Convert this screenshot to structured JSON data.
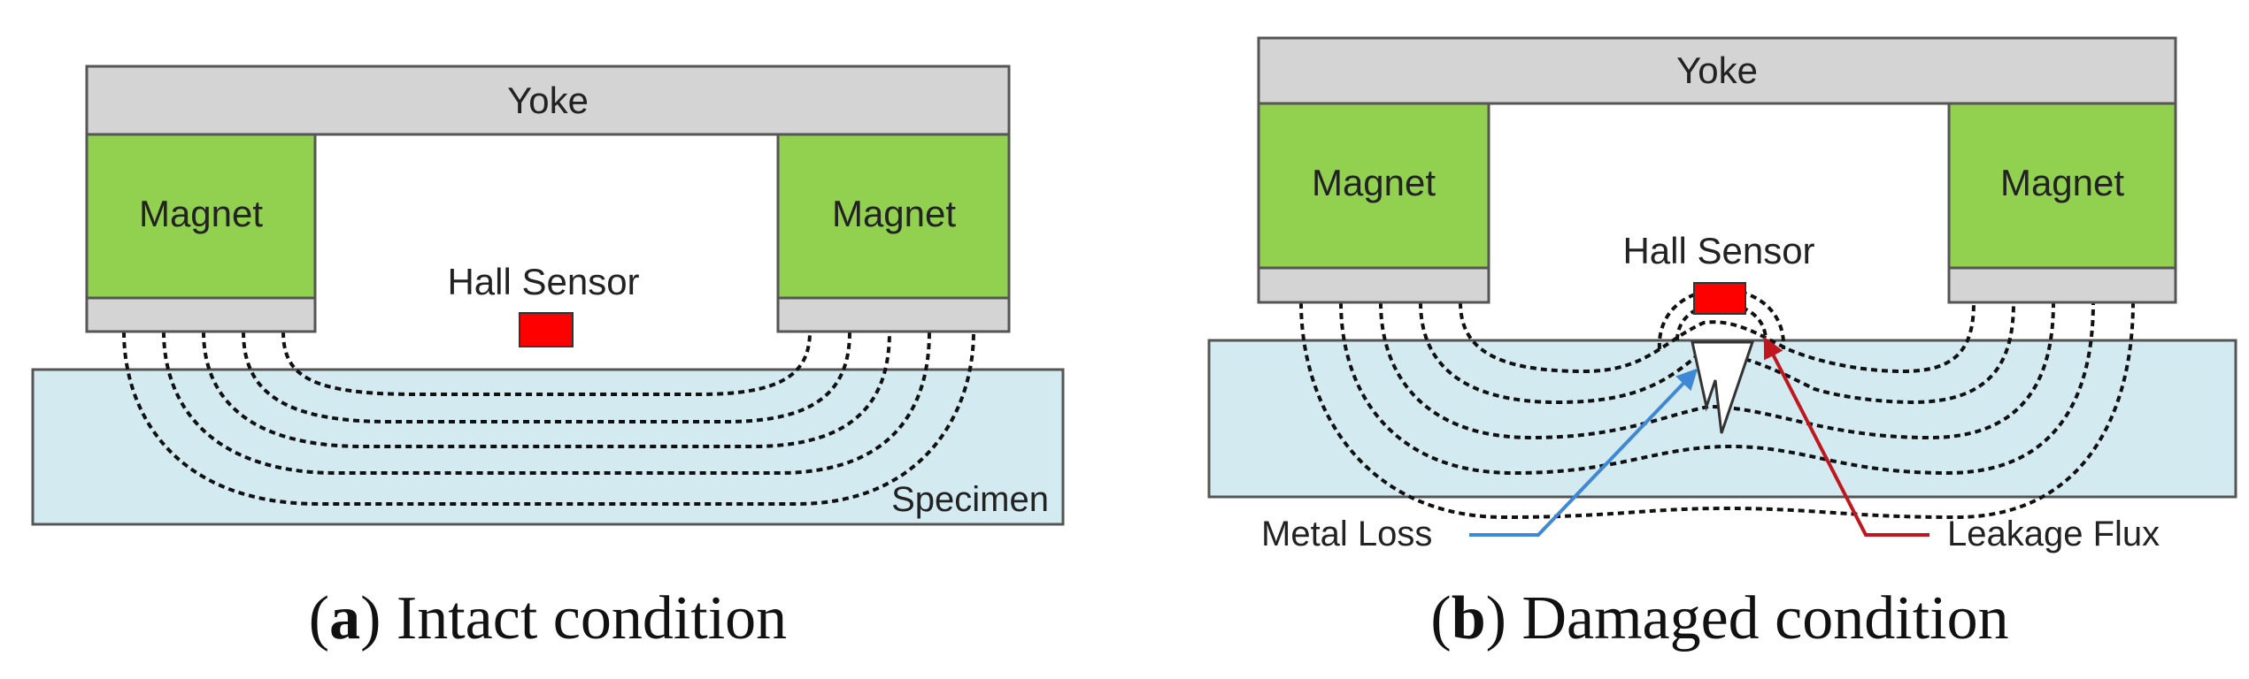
{
  "colors": {
    "yoke": "#d4d4d4",
    "magnet": "#92d050",
    "pole_piece": "#d4d4d4",
    "specimen": "#d3eaf0",
    "sensor": "#ff0000",
    "metal_loss_arrow": "#3f88d6",
    "leakage_arrow": "#c0161d",
    "outline": "#555555"
  },
  "panel_a": {
    "yoke": "Yoke",
    "magnet_left": "Magnet",
    "magnet_right": "Magnet",
    "sensor": "Hall Sensor",
    "specimen": "Specimen",
    "caption_letter": "a",
    "caption_text": " Intact condition"
  },
  "panel_b": {
    "yoke": "Yoke",
    "magnet_left": "Magnet",
    "magnet_right": "Magnet",
    "sensor": "Hall Sensor",
    "metal_loss": "Metal Loss",
    "leakage_flux": "Leakage Flux",
    "caption_letter": "b",
    "caption_text": " Damaged condition"
  },
  "icons": {
    "flux_lines": "dashed-flux-line-icon",
    "crack": "crack-defect-icon",
    "sensor": "hall-sensor-icon"
  }
}
